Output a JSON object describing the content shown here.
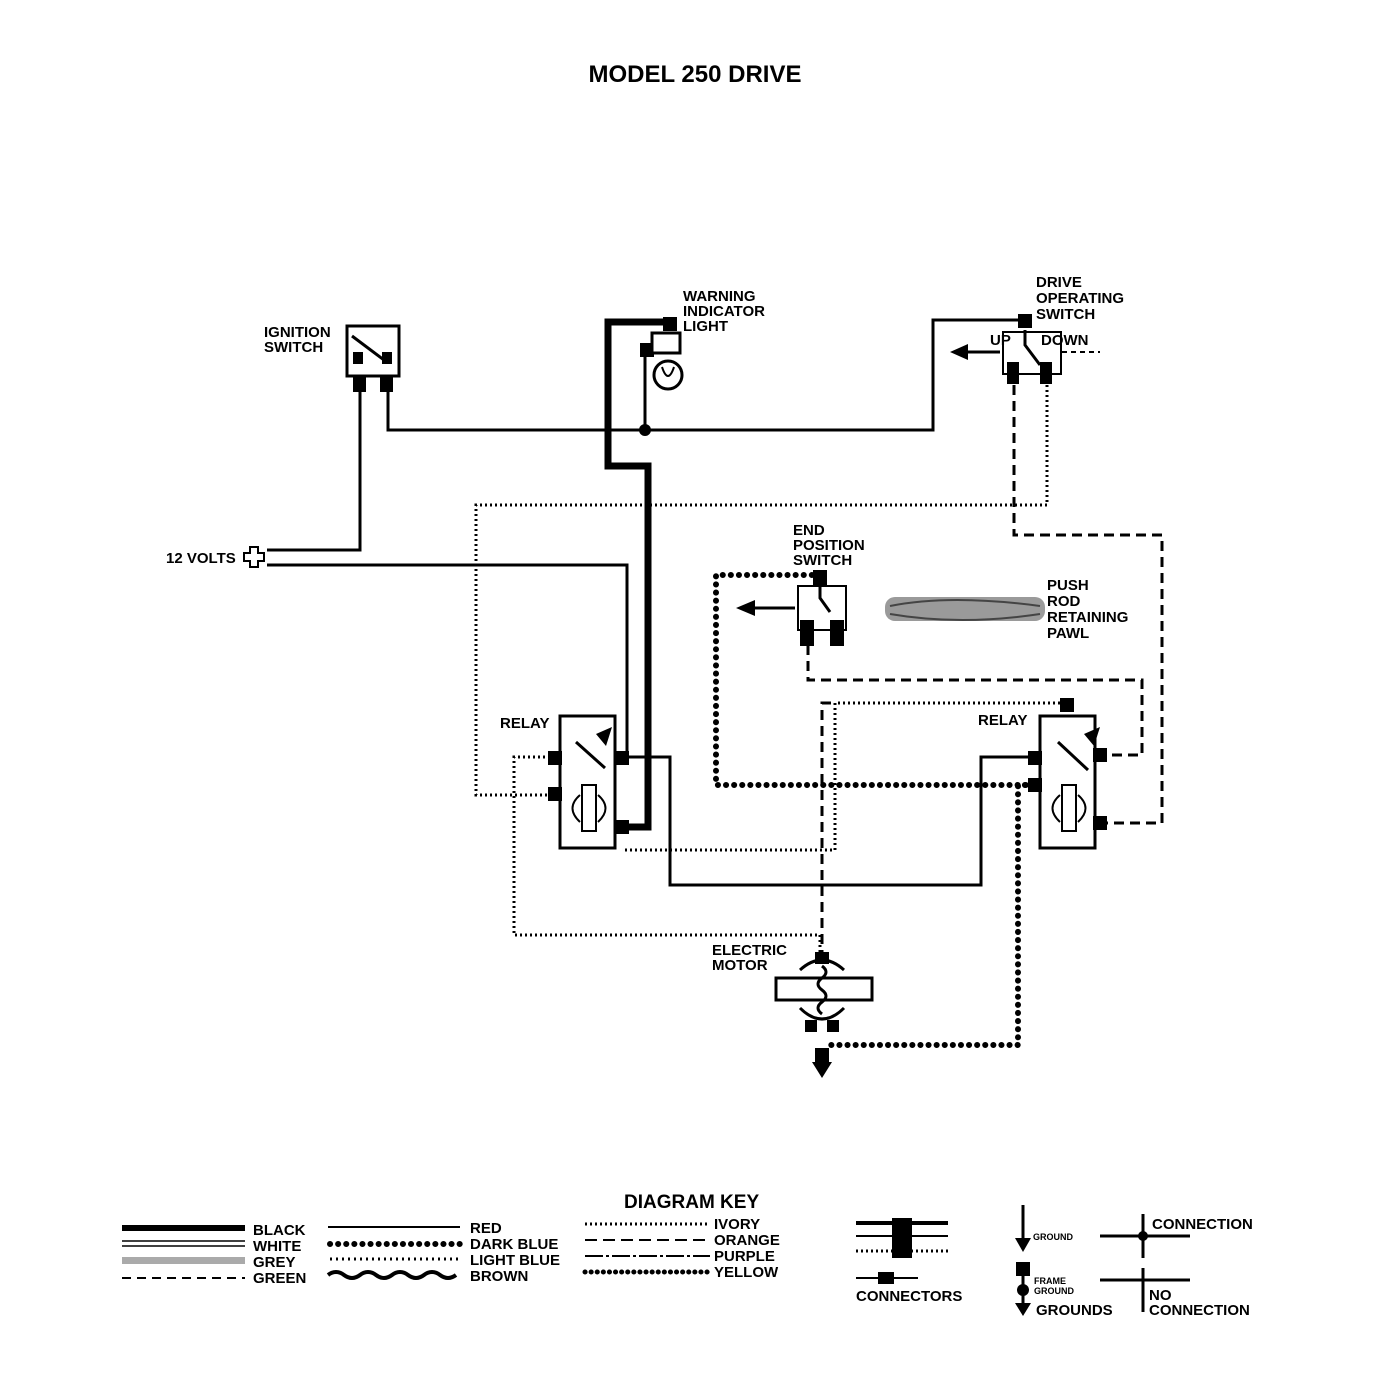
{
  "title": "MODEL 250 DRIVE",
  "components": {
    "ignition_switch": [
      "IGNITION",
      "SWITCH"
    ],
    "warning_light": [
      "WARNING",
      "INDICATOR",
      "LIGHT"
    ],
    "drive_switch": [
      "DRIVE",
      "OPERATING",
      "SWITCH"
    ],
    "drive_up": "UP",
    "drive_down": "DOWN",
    "volts": "12 VOLTS",
    "end_switch": [
      "END",
      "POSITION",
      "SWITCH"
    ],
    "pawl": [
      "PUSH",
      "ROD",
      "RETAINING",
      "PAWL"
    ],
    "relay_left": "RELAY",
    "relay_right": "RELAY",
    "motor": [
      "ELECTRIC",
      "MOTOR"
    ]
  },
  "key": {
    "title": "DIAGRAM KEY",
    "wires": [
      {
        "label": "BLACK",
        "style": "black"
      },
      {
        "label": "WHITE",
        "style": "white"
      },
      {
        "label": "GREY",
        "style": "grey"
      },
      {
        "label": "GREEN",
        "style": "green"
      },
      {
        "label": "RED",
        "style": "red"
      },
      {
        "label": "DARK BLUE",
        "style": "darkblue"
      },
      {
        "label": "LIGHT BLUE",
        "style": "lightblue"
      },
      {
        "label": "BROWN",
        "style": "brown"
      },
      {
        "label": "IVORY",
        "style": "ivory"
      },
      {
        "label": "ORANGE",
        "style": "orange"
      },
      {
        "label": "PURPLE",
        "style": "purple"
      },
      {
        "label": "YELLOW",
        "style": "yellow"
      }
    ],
    "connectors": "CONNECTORS",
    "ground": "GROUND",
    "frame_ground": [
      "FRAME",
      "GROUND"
    ],
    "grounds": "GROUNDS",
    "connection": "CONNECTION",
    "no_connection": [
      "NO",
      "CONNECTION"
    ]
  }
}
